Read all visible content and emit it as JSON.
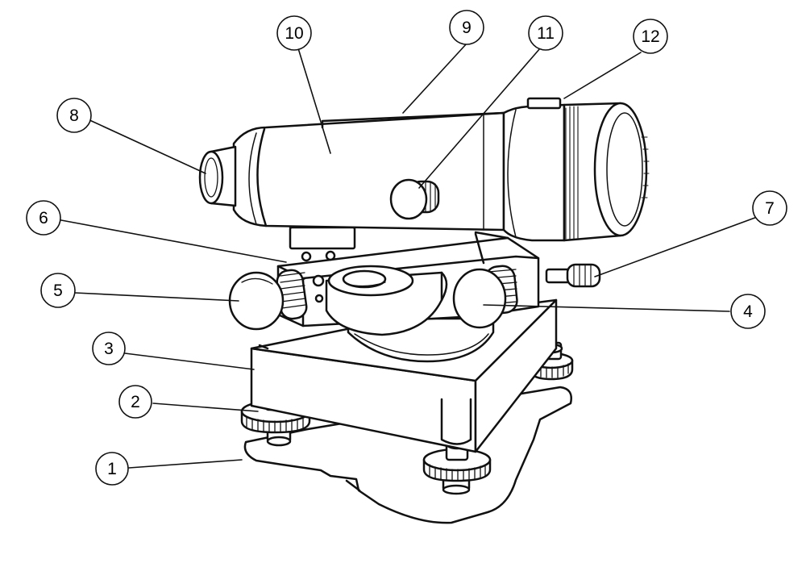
{
  "diagram": {
    "callouts": [
      {
        "id": "1",
        "label": "1"
      },
      {
        "id": "2",
        "label": "2"
      },
      {
        "id": "3",
        "label": "3"
      },
      {
        "id": "4",
        "label": "4"
      },
      {
        "id": "5",
        "label": "5"
      },
      {
        "id": "6",
        "label": "6"
      },
      {
        "id": "7",
        "label": "7"
      },
      {
        "id": "8",
        "label": "8"
      },
      {
        "id": "9",
        "label": "9"
      },
      {
        "id": "10",
        "label": "10"
      },
      {
        "id": "11",
        "label": "11"
      },
      {
        "id": "12",
        "label": "12"
      }
    ]
  },
  "colors": {
    "ink": "#000000",
    "paper": "#ffffff"
  }
}
